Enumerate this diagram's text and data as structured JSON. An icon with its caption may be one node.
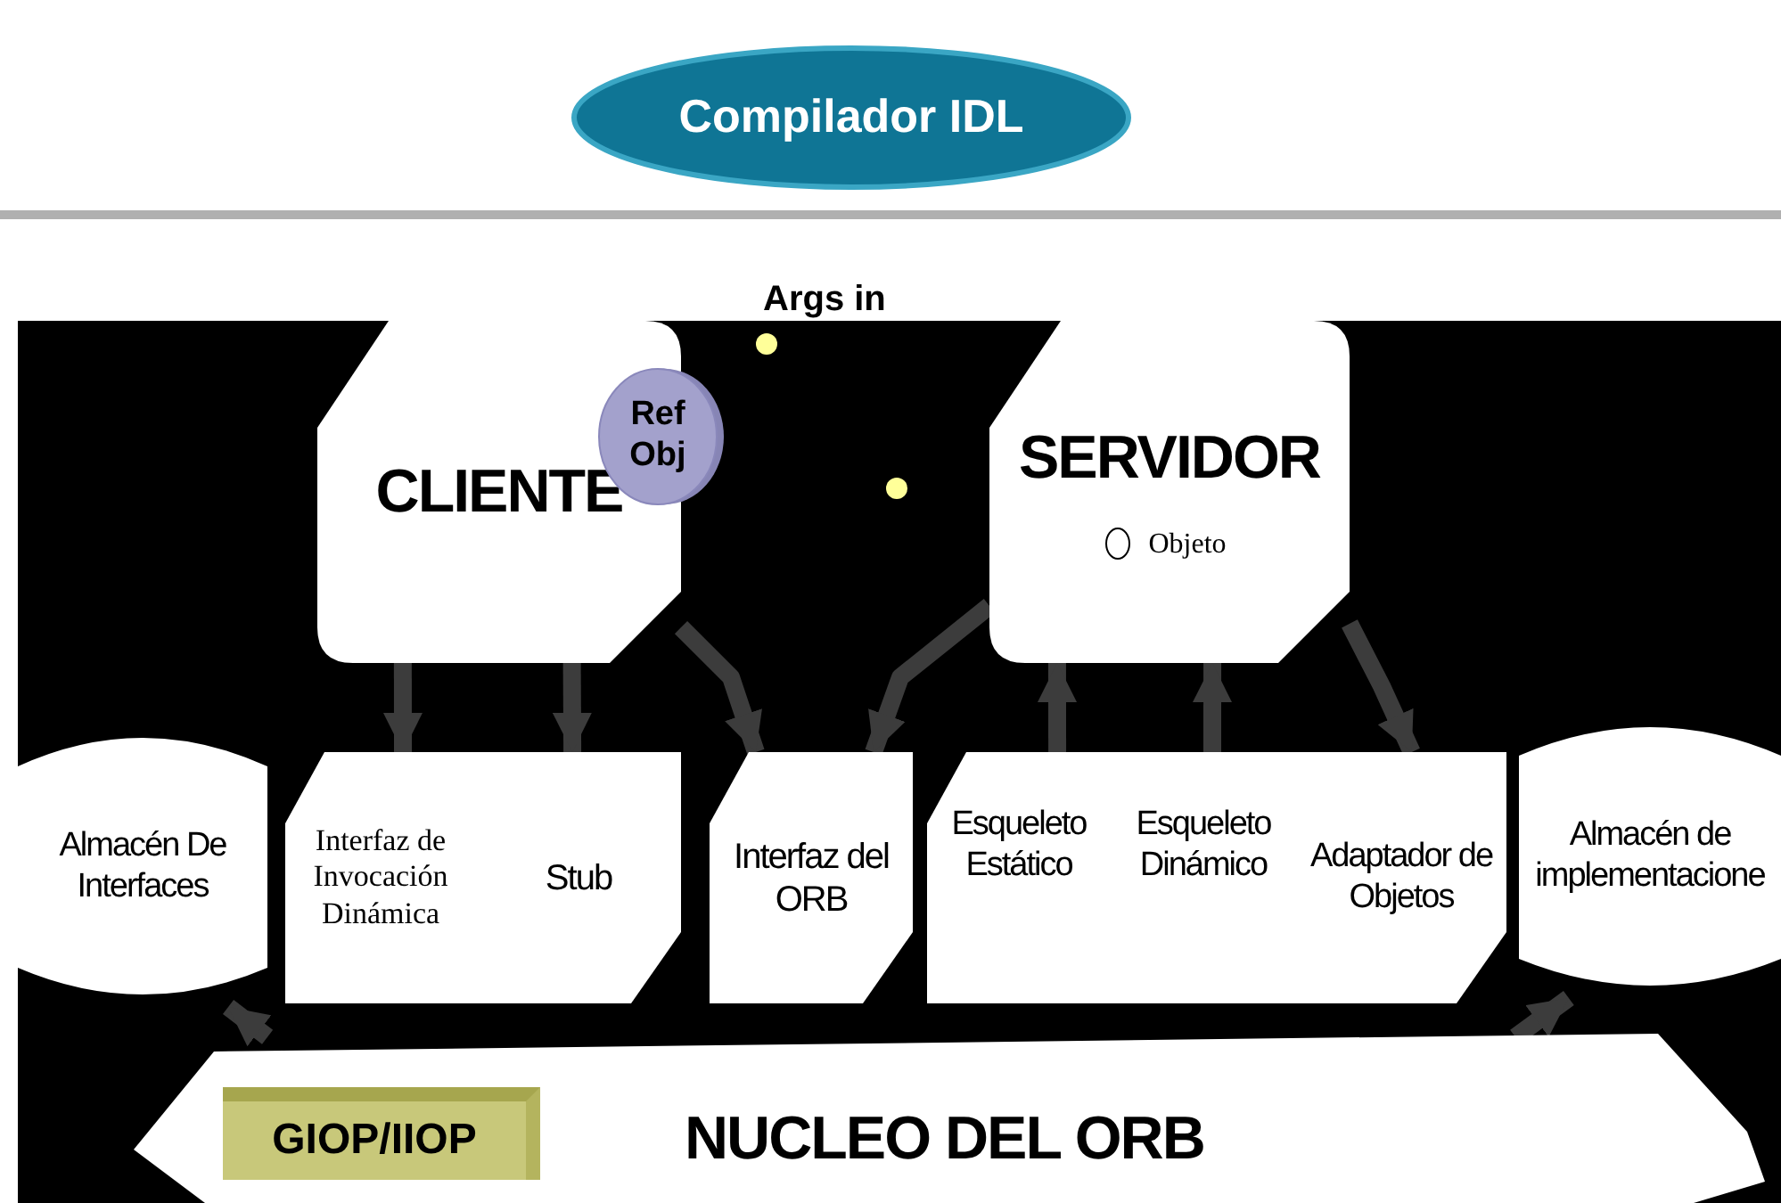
{
  "diagram": {
    "nodes": [
      {
        "text": [
          "Compilador IDL"
        ]
      },
      {
        "text": [
          "CLIENTE"
        ]
      },
      {
        "text": [
          "Ref Obj"
        ]
      },
      {
        "text": [
          "SERVIDOR",
          "Objeto"
        ]
      },
      {
        "text": [
          "Almacén De Interfaces"
        ]
      },
      {
        "text": [
          "Interfaz de Invocación Dinámica"
        ]
      },
      {
        "text": [
          "Stub"
        ]
      },
      {
        "text": [
          "Interfaz del ORB"
        ]
      },
      {
        "text": [
          "Esqueleto Estático"
        ]
      },
      {
        "text": [
          "Esqueleto Dinámico"
        ]
      },
      {
        "text": [
          "Adaptador de Objetos"
        ]
      },
      {
        "text": [
          "Almacén de implementacione"
        ]
      },
      {
        "text": [
          "NUCLEO DEL ORB"
        ]
      },
      {
        "text": [
          "GIOP/IIOP"
        ],
        "in": 12
      }
    ],
    "edges": [
      {
        "from": 1,
        "to": 5,
        "arrow": "to"
      },
      {
        "from": 1,
        "to": 6,
        "arrow": "to"
      },
      {
        "from": 1,
        "to": 7,
        "arrow": "to"
      },
      {
        "from": 3,
        "to": 7,
        "arrow": "to"
      },
      {
        "from": 8,
        "to": 3,
        "arrow": "to"
      },
      {
        "from": 9,
        "to": 3,
        "arrow": "to"
      },
      {
        "from": 3,
        "to": 10,
        "arrow": "to"
      },
      {
        "from": 12,
        "to": 4,
        "arrow": "to"
      },
      {
        "from": 12,
        "to": 11,
        "arrow": "to"
      }
    ],
    "labels": [
      "Args in"
    ]
  }
}
